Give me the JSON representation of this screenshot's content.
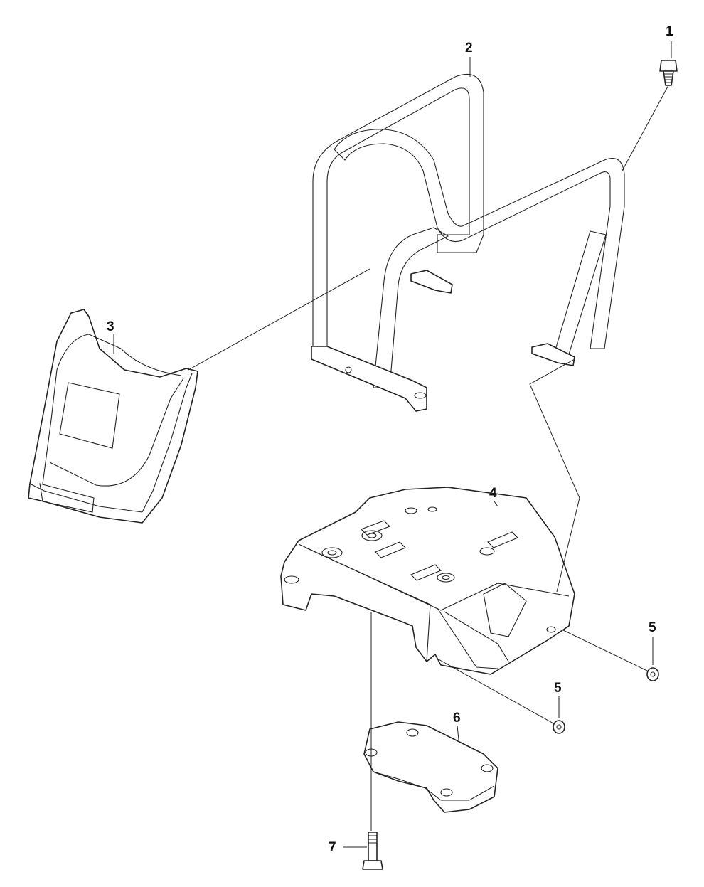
{
  "callouts": {
    "c1": "1",
    "c2": "2",
    "c3": "3",
    "c4": "4",
    "c5a": "5",
    "c5b": "5",
    "c6": "6",
    "c7": "7"
  }
}
